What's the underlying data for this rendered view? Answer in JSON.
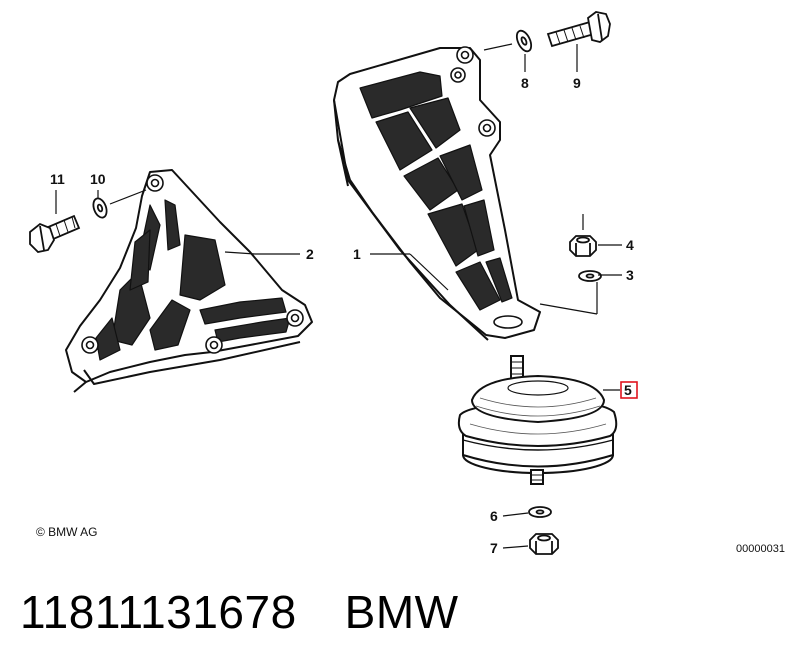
{
  "callouts": [
    {
      "id": "1",
      "label": "1"
    },
    {
      "id": "2",
      "label": "2"
    },
    {
      "id": "3",
      "label": "3"
    },
    {
      "id": "4",
      "label": "4"
    },
    {
      "id": "5",
      "label": "5"
    },
    {
      "id": "6",
      "label": "6"
    },
    {
      "id": "7",
      "label": "7"
    },
    {
      "id": "8",
      "label": "8"
    },
    {
      "id": "9",
      "label": "9"
    },
    {
      "id": "10",
      "label": "10"
    },
    {
      "id": "11",
      "label": "11"
    }
  ],
  "highlighted_callout": "5",
  "highlight_color": "#e0141e",
  "copyright": "© BMW AG",
  "figure_id": "00000031",
  "part_number": "11811131678",
  "brand": "BMW"
}
